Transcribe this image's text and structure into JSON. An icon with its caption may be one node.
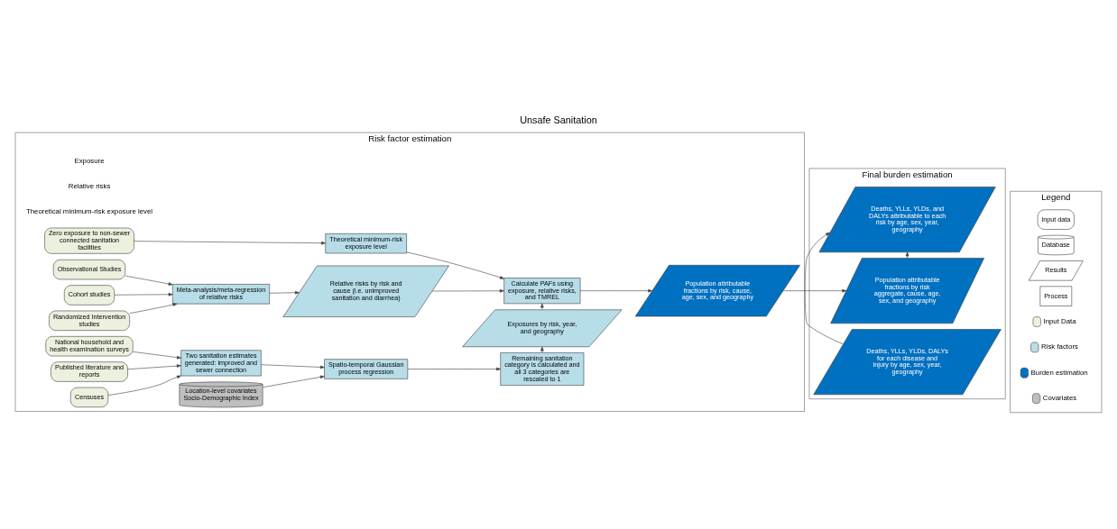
{
  "diagram": {
    "title": "Unsafe Sanitation",
    "nodes": [
      {
        "text": [
          "Risk factor estimation"
        ]
      },
      {
        "text": [
          "National household and health examination surveys"
        ],
        "in": 0
      },
      {
        "text": [
          "Published literature and reports"
        ],
        "in": 0
      },
      {
        "text": [
          "Censuses"
        ],
        "in": 0
      },
      {
        "text": [
          "Two sanitation estimates generated: improved and sewer connection"
        ],
        "in": 0
      },
      {
        "text": [
          "Spatio-temporal Gaussian process regression"
        ],
        "in": 0
      },
      {
        "text": [
          "Remaining sanitation category is calculated and all 3 categories are rescaled to 1"
        ],
        "in": 0
      },
      {
        "text": [
          "Location-level covariates Socio-Demographic Index"
        ],
        "in": 0
      },
      {
        "text": [
          "Exposures by risk, year, and geography"
        ],
        "in": 0
      },
      {
        "text": [
          "Observational Studies"
        ],
        "in": 0
      },
      {
        "text": [
          "Cohort studies"
        ],
        "in": 0
      },
      {
        "text": [
          "Randomized Intervention studies"
        ],
        "in": 0
      },
      {
        "text": [
          "Meta-analysis/meta-regression of relative risks"
        ],
        "in": 0
      },
      {
        "text": [
          "Relative risks by risk and cause (i.e. unimproved sanitation and diarrhea)"
        ],
        "in": 0
      },
      {
        "text": [
          "Calculate PAFs using exposure, relative risks, and TMREL"
        ],
        "in": 0
      },
      {
        "text": [
          "Population attributable fractions by risk, cause, age, sex, and geography"
        ],
        "in": 0
      },
      {
        "text": [
          "Zero exposure to non-sewer connected sanitation facilities"
        ],
        "in": 0
      },
      {
        "text": [
          "Theoretical minimum-risk exposure level"
        ],
        "in": 0
      },
      {
        "text": [
          "Final burden estimation"
        ]
      },
      {
        "text": [
          "Population attributable fractions by risk aggregate, cause, age, sex, and geography"
        ],
        "in": 18
      },
      {
        "text": [
          "Deaths, YLLs, YLDs, and DALYs attributable to each risk by age, sex, year, geography"
        ],
        "in": 18
      },
      {
        "text": [
          "Deaths, YLLs, YLDs, DALYs for each disease and injury by age, sex, year, geography"
        ],
        "in": 18
      },
      {
        "text": [
          "Legend"
        ]
      },
      {
        "text": [
          "Input data"
        ],
        "in": 22
      },
      {
        "text": [
          "Database"
        ],
        "in": 22
      },
      {
        "text": [
          "Results"
        ],
        "in": 22
      },
      {
        "text": [
          "Process"
        ],
        "in": 22
      }
    ],
    "edges": [
      {
        "from": 1,
        "to": 4,
        "arrow": "to"
      },
      {
        "from": 2,
        "to": 4,
        "arrow": "to"
      },
      {
        "from": 3,
        "to": 4,
        "arrow": "to"
      },
      {
        "from": 4,
        "to": 5,
        "arrow": "to"
      },
      {
        "from": 5,
        "to": 6,
        "arrow": "to"
      },
      {
        "from": 7,
        "to": 5,
        "arrow": "to"
      },
      {
        "from": 6,
        "to": 8,
        "arrow": "to"
      },
      {
        "from": 8,
        "to": 14,
        "arrow": "to"
      },
      {
        "from": 9,
        "to": 12,
        "arrow": "to"
      },
      {
        "from": 10,
        "to": 12,
        "arrow": "to"
      },
      {
        "from": 11,
        "to": 12,
        "arrow": "to"
      },
      {
        "from": 12,
        "to": 13,
        "arrow": "to"
      },
      {
        "from": 13,
        "to": 14,
        "arrow": "to"
      },
      {
        "from": 14,
        "to": 15,
        "arrow": "to"
      },
      {
        "from": 15,
        "to": 19,
        "arrow": "to"
      },
      {
        "from": 16,
        "to": 17,
        "arrow": "to"
      },
      {
        "from": 17,
        "to": 14,
        "arrow": "to"
      },
      {
        "from": 19,
        "to": 20,
        "arrow": "to"
      },
      {
        "from": 21,
        "to": 20,
        "arrow": "to"
      }
    ],
    "labels": [
      "Exposure",
      "Relative risks",
      "Theoretical minimum-risk exposure level"
    ],
    "legend": [
      {
        "text": "Input Data",
        "color": "#ebf1de"
      },
      {
        "text": "Risk factors",
        "color": "#b7dde8"
      },
      {
        "text": "Burden estimation",
        "color": "#0070c0"
      },
      {
        "text": "Covariates",
        "color": "#bfbfbf"
      }
    ]
  }
}
